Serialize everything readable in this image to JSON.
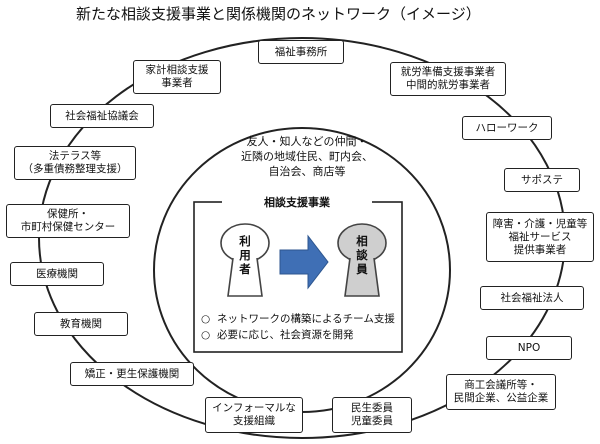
{
  "title": "新たな相談支援事業と関係機関のネットワーク（イメージ）",
  "center": {
    "community_text": "友人・知人などの仲間・\n近隣の地域住民、町内会、\n自治会、商店等",
    "soudan_title": "相談支援事業",
    "user_label": "利\n用\n者",
    "counselor_label": "相\n談\n員",
    "bullets": [
      {
        "mark": "○",
        "text": "ネットワークの構築によるチーム支援"
      },
      {
        "mark": "○",
        "text": "必要に応じ、社会資源を開発"
      }
    ]
  },
  "nodes": {
    "fukushi_jimusho": "福祉事務所",
    "kakei": "家計相談支援\n事業者",
    "shakyo": "社会福祉協議会",
    "houterasu": "法テラス等\n（多重債務整理支援）",
    "hokenjo": "保健所・\n市町村保健センター",
    "iryou": "医療機関",
    "kyouiku": "教育機関",
    "kyousei": "矯正・更生保護機関",
    "informal": "インフォーマルな\n支援組織",
    "minsei": "民生委員\n児童委員",
    "shoko": "商工会議所等・\n民間企業、公益企業",
    "npo": "NPO",
    "shakai_fukushi_houjin": "社会福祉法人",
    "shougai": "障害・介護・児童等\n福祉サービス\n提供事業者",
    "sapoute": "サポステ",
    "hellowork": "ハローワーク",
    "shuurou": "就労準備支援事業者\n中間的就労事業者"
  },
  "colors": {
    "arrow": "#3f6fb5",
    "counselor_fill": "#cfcfcf",
    "line": "#222222"
  }
}
